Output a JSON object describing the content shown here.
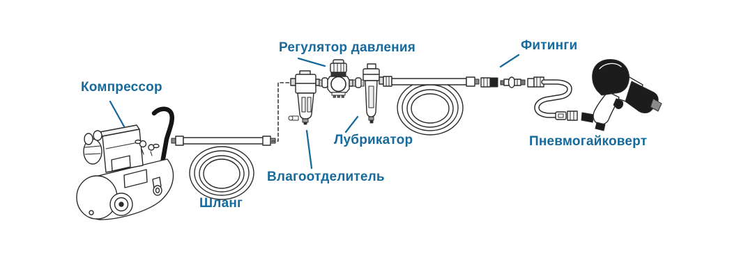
{
  "diagram": {
    "description": "Pneumatic air tool hookup scheme",
    "components": [
      {
        "id": "compressor",
        "label": "Компрессор"
      },
      {
        "id": "hose",
        "label": "Шланг"
      },
      {
        "id": "pressure-regulator",
        "label": "Регулятор давления"
      },
      {
        "id": "moisture-separator",
        "label": "Влагоотделитель"
      },
      {
        "id": "lubricator",
        "label": "Лубрикатор"
      },
      {
        "id": "fittings",
        "label": "Фитинги"
      },
      {
        "id": "impact-wrench",
        "label": "Пневмогайковерт"
      }
    ]
  },
  "theme": {
    "label_color": "#176a9c",
    "pointer_line_color": "#176a9c",
    "line_art_color": "#2b2b2b",
    "background": "#ffffff"
  }
}
